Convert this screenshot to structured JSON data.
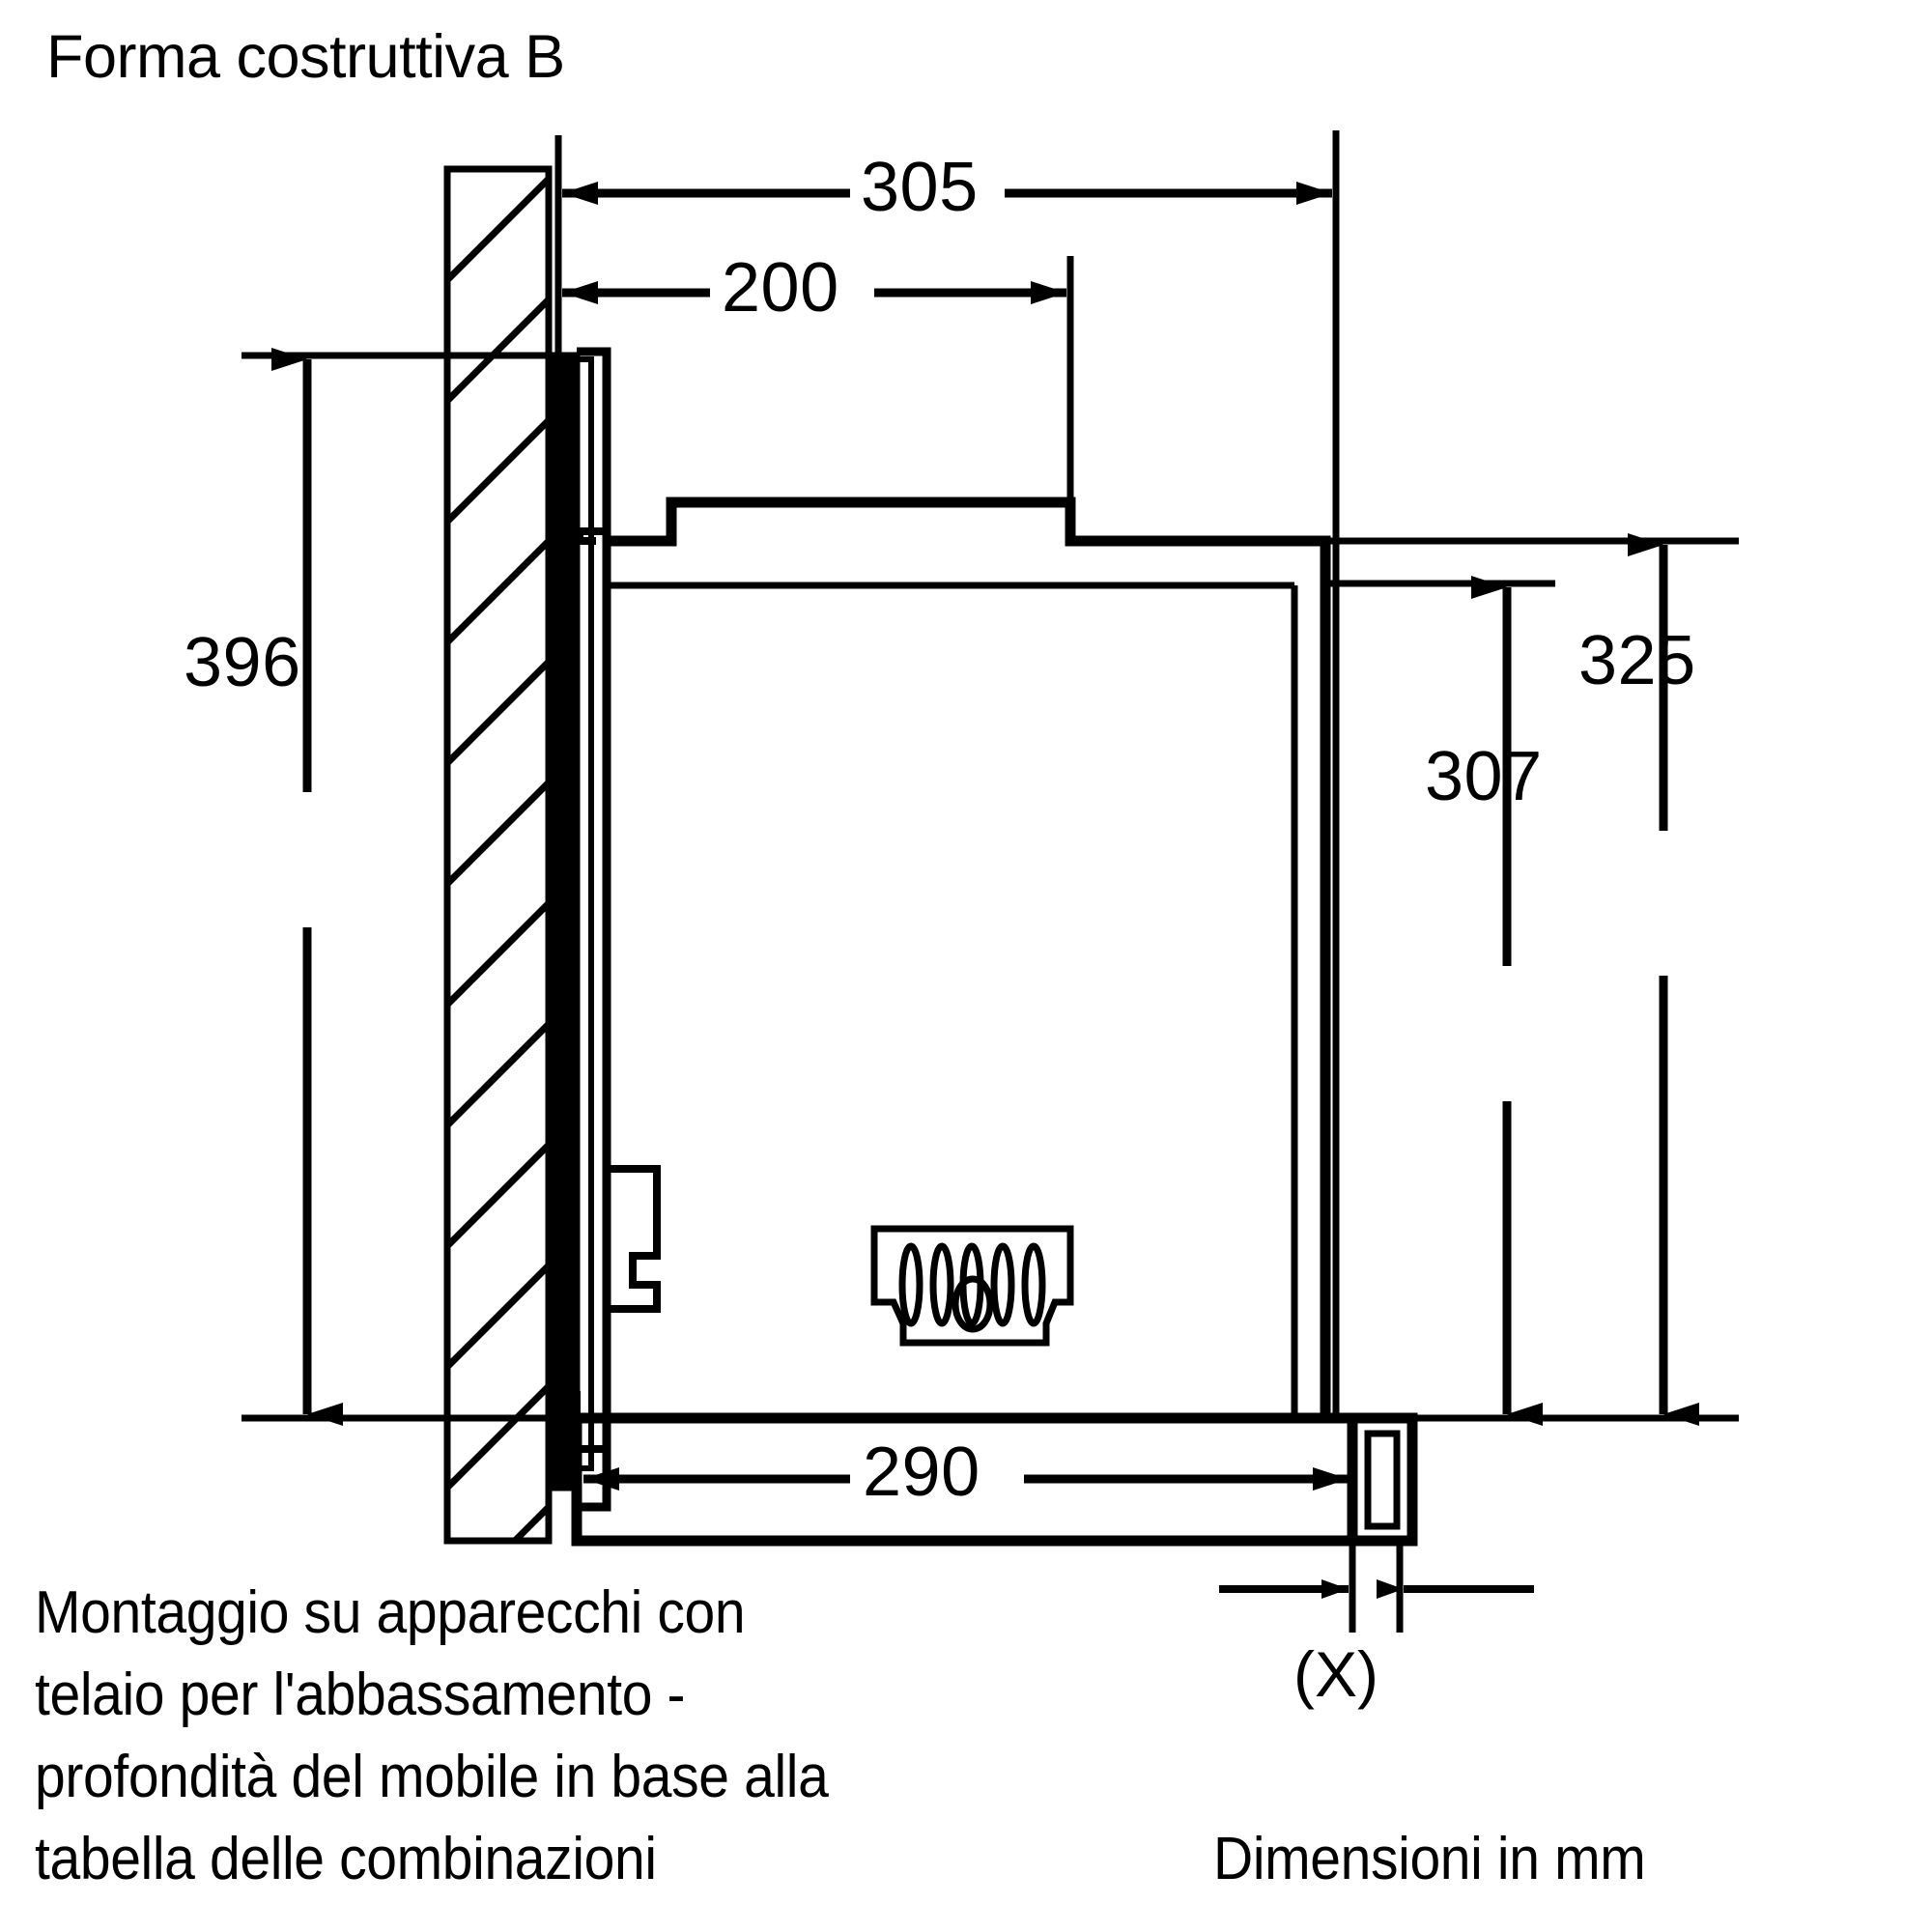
{
  "drawing": {
    "title": "Forma costruttiva B",
    "units_note": "Dimensioni in mm",
    "installation_note_lines": [
      "Montaggio su apparecchi con",
      "telaio per l'abbassamento -",
      "profondità del mobile in base alla",
      "tabella delle combinazioni"
    ],
    "callout": "(X)",
    "line_color": "#000000",
    "background_color": "#ffffff"
  },
  "dimensions": {
    "top_outer": "305",
    "top_inner": "200",
    "left_vertical": "396",
    "right_outer_vertical": "325",
    "right_inner_vertical": "307",
    "bottom_horizontal": "290"
  },
  "chart_data": {
    "type": "table",
    "title": "Forma costruttiva B",
    "units": "mm",
    "categories": [
      "305",
      "200",
      "396",
      "325",
      "307",
      "290",
      "(X)"
    ],
    "values": [
      305,
      200,
      396,
      325,
      307,
      290,
      null
    ],
    "labels": [
      "305",
      "200",
      "396",
      "325",
      "307",
      "290",
      "(X)"
    ],
    "annotations": [
      "Forma costruttiva B",
      "Montaggio su apparecchi con telaio per l'abbassamento - profondità del mobile in base alla tabella delle combinazioni",
      "Dimensioni in mm"
    ]
  }
}
